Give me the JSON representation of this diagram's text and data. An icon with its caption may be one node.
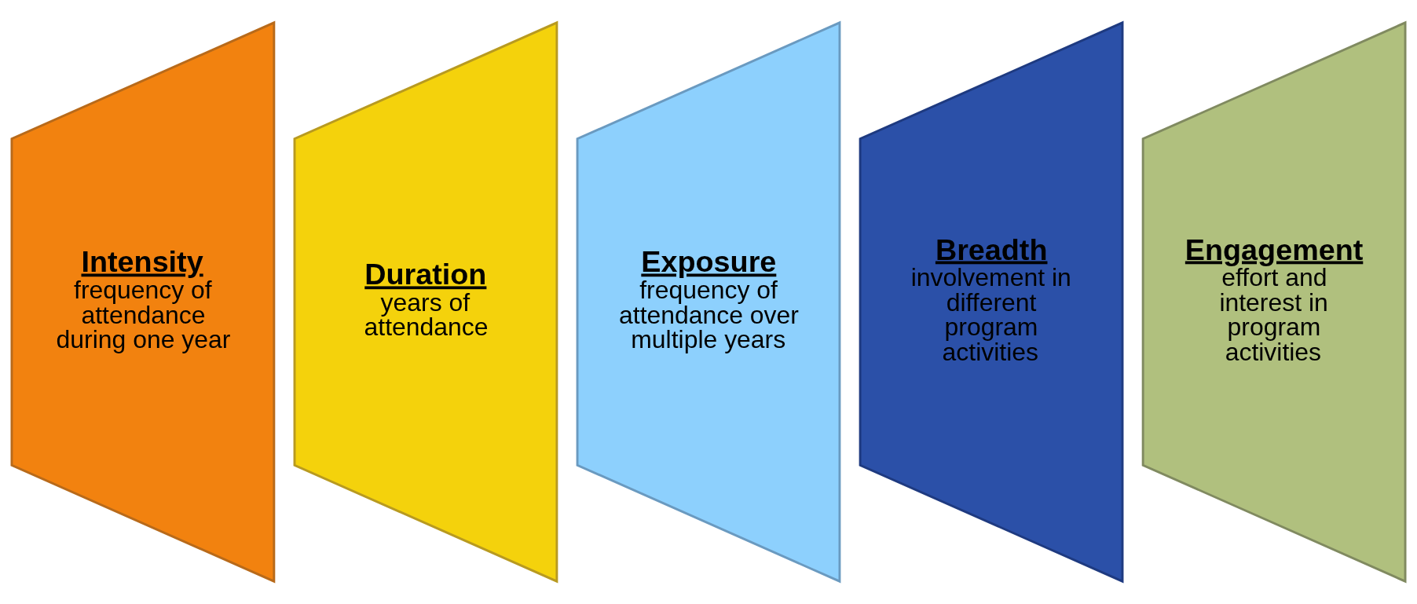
{
  "diagram": {
    "nodes": [
      {
        "text": [
          "Intensity",
          "frequency of attendance during one year"
        ]
      },
      {
        "text": [
          "Duration",
          "years of attendance"
        ]
      },
      {
        "text": [
          "Exposure",
          "frequency of attendance over multiple years"
        ]
      },
      {
        "text": [
          "Breadth",
          "involvement in different program activities"
        ]
      },
      {
        "text": [
          "Engagement",
          "effort and interest in program activities"
        ]
      }
    ]
  }
}
